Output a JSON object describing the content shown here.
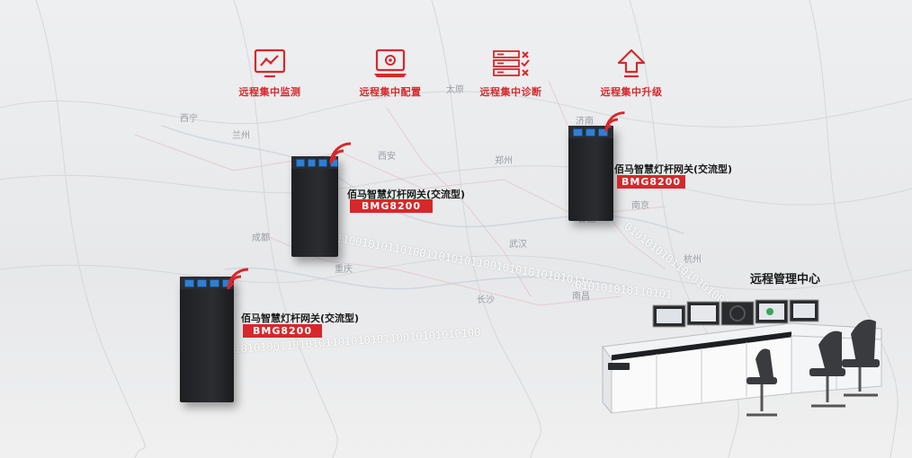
{
  "features": [
    {
      "label": "远程集中监测",
      "icon": "monitor-chart-icon"
    },
    {
      "label": "远程集中配置",
      "icon": "config-screen-icon"
    },
    {
      "label": "远程集中诊断",
      "icon": "diagnose-server-icon"
    },
    {
      "label": "远程集中升级",
      "icon": "upgrade-arrow-icon"
    }
  ],
  "devices": [
    {
      "name": "佰马智慧灯杆网关(交流型)",
      "model": "BMG8200"
    },
    {
      "name": "佰马智慧灯杆网关(交流型)",
      "model": "BMG8200"
    },
    {
      "name": "佰马智慧灯杆网关(交流型)",
      "model": "BMG8200"
    }
  ],
  "binary_streams": [
    "1100101011010011010101100101010101010110",
    "10101001101010110101010110010101010100",
    "010101010110101010010101",
    "010101010110101"
  ],
  "control_center": {
    "title": "远程管理中心"
  },
  "map_cities": [
    "西宁",
    "兰州",
    "西安",
    "太原",
    "济南",
    "郑州",
    "成都",
    "重庆",
    "武汉",
    "合肥",
    "南京",
    "杭州",
    "长沙",
    "南昌"
  ],
  "colors": {
    "accent": "#d6282b",
    "device": "#222326",
    "port": "#2f7fd3"
  }
}
